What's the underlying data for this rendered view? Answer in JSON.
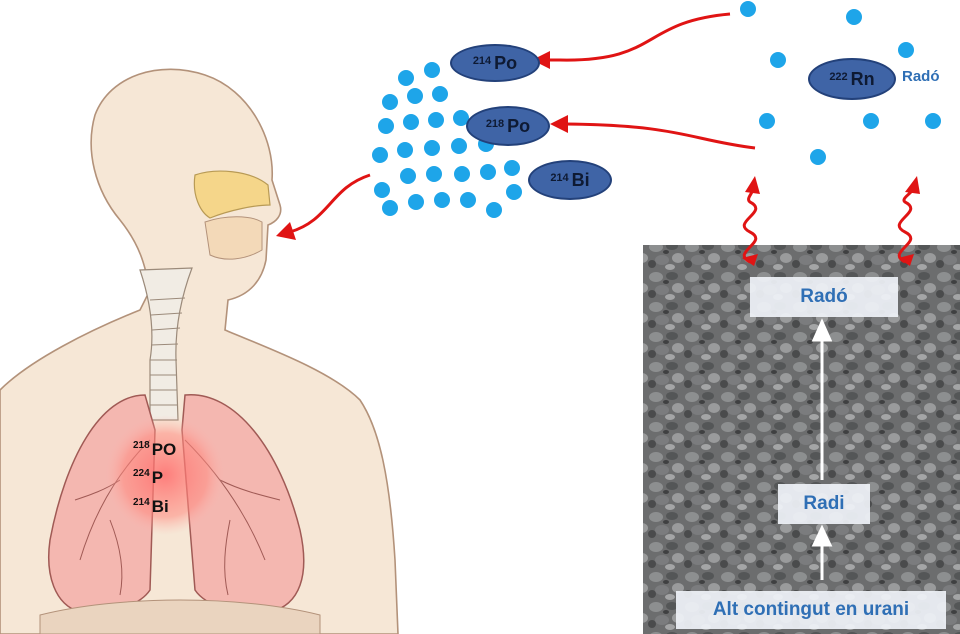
{
  "rn_label": {
    "mass": "222",
    "symbol": "Rn"
  },
  "rn_name": "Radó",
  "isotopes": [
    {
      "mass": "214",
      "symbol": "Po"
    },
    {
      "mass": "218",
      "symbol": "Po"
    },
    {
      "mass": "214",
      "symbol": "Bi"
    }
  ],
  "lung_labels": [
    {
      "mass": "218",
      "symbol": "PO"
    },
    {
      "mass": "224",
      "symbol": "P"
    },
    {
      "mass": "214",
      "symbol": "Bi"
    }
  ],
  "ground_labels": {
    "top": "Radó",
    "middle": "Radi",
    "bottom": "Alt contingut en urani"
  },
  "colors": {
    "dot": "#1ea5e9",
    "ellipse": "#3f64a6",
    "arrow": "#e01414",
    "label_text": "#2f6fb5",
    "skin": "#f6e7d6",
    "lung": "#f4b7b0"
  }
}
